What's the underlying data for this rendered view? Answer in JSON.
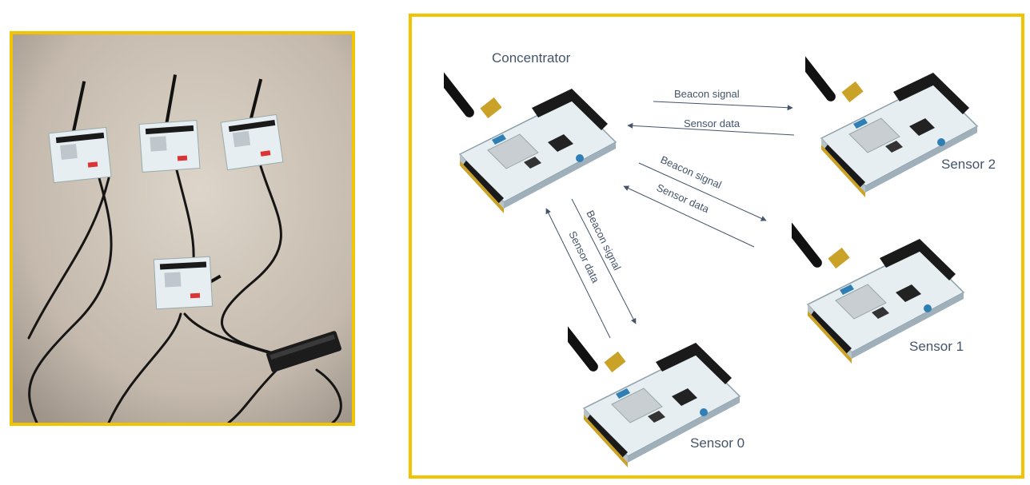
{
  "diagram": {
    "nodes": {
      "concentrator": "Concentrator",
      "sensor0": "Sensor 0",
      "sensor1": "Sensor 1",
      "sensor2": "Sensor 2"
    },
    "links": {
      "to_sensor2": {
        "forward": "Beacon signal",
        "back": "Sensor data"
      },
      "to_sensor1": {
        "forward": "Beacon signal",
        "back": "Sensor data"
      },
      "to_sensor0": {
        "forward": "Beacon signal",
        "back": "Sensor data"
      }
    }
  },
  "colors": {
    "frame_border": "#f2c400",
    "text": "#44546a",
    "arrow": "#44546a",
    "board_pcb": "#e6eef2",
    "board_blue": "#2f7fb5",
    "header_black": "#1a1a1a",
    "antenna": "#111111",
    "connector_gold": "#c9a227",
    "table_surface": "#cfc6bb",
    "usb_hub": "#1c1c1c"
  },
  "photo": {
    "board_count": 4,
    "hub_ports": 4
  }
}
